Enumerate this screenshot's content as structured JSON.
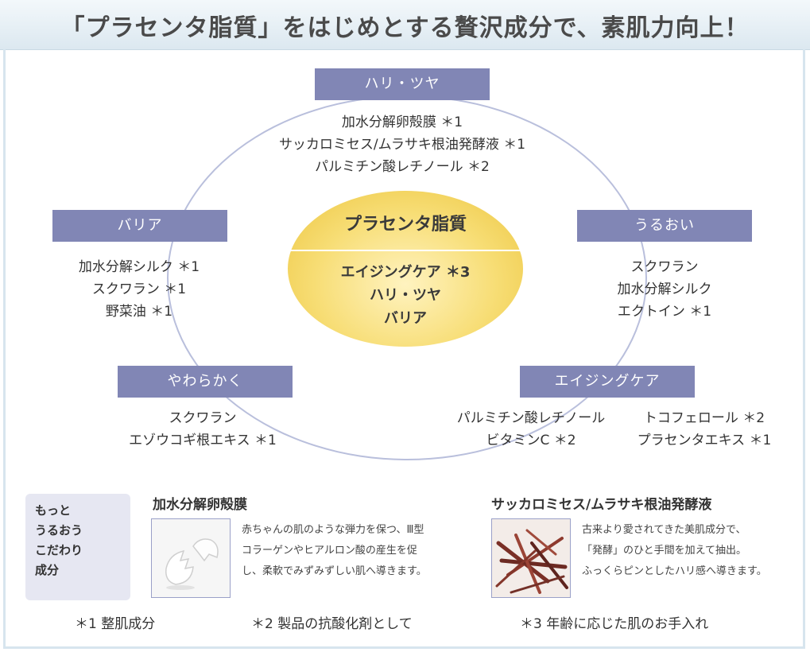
{
  "header": {
    "title": "「プラセンタ脂質」をはじめとする贅沢成分で、素肌力向上！"
  },
  "center": {
    "title": "プラセンタ脂質",
    "items": [
      "エイジングケア ＊3",
      "ハリ・ツヤ",
      "バリア"
    ]
  },
  "categories": {
    "hari": {
      "label": "ハリ・ツヤ",
      "items": [
        "加水分解卵殻膜 ＊1",
        "サッカロミセス/ムラサキ根油発酵液 ＊1",
        "パルミチン酸レチノール ＊2"
      ]
    },
    "barrier": {
      "label": "バリア",
      "items": [
        "加水分解シルク ＊1",
        "スクワラン ＊1",
        "野菜油 ＊1"
      ]
    },
    "uruoi": {
      "label": "うるおい",
      "items": [
        "スクワラン",
        "加水分解シルク",
        "エクトイン ＊1"
      ]
    },
    "yawaraka": {
      "label": "やわらかく",
      "items": [
        "スクワラン",
        "エゾウコギ根エキス ＊1"
      ]
    },
    "aging": {
      "label": "エイジングケア",
      "items_left": [
        "パルミチン酸レチノール",
        "ビタミンC ＊2"
      ],
      "items_right": [
        "トコフェロール ＊2",
        "プラセンタエキス ＊1"
      ]
    }
  },
  "more": {
    "lines": [
      "もっと",
      "うるおう",
      "こだわり",
      "成分"
    ]
  },
  "cards": [
    {
      "title": "加水分解卵殻膜",
      "image": "eggshell",
      "desc": [
        "赤ちゃんの肌のような弾力を保つ、Ⅲ型",
        "コラーゲンやヒアルロン酸の産生を促",
        "し、柔軟でみずみずしい肌へ導きます。"
      ]
    },
    {
      "title": "サッカロミセス/ムラサキ根油発酵液",
      "image": "murasaki-root",
      "desc": [
        "古来より愛されてきた美肌成分で、",
        "「発酵」のひと手間を加えて抽出。",
        "ふっくらピンとしたハリ感へ導きます。"
      ]
    }
  ],
  "notes": [
    "＊1  整肌成分",
    "＊2  製品の抗酸化剤として",
    "＊3  年齢に応じた肌のお手入れ"
  ],
  "colors": {
    "tag": "#8186b5",
    "ring": "#b9bfdc",
    "gold": "#f7dd74",
    "header": "#dce8f0"
  }
}
